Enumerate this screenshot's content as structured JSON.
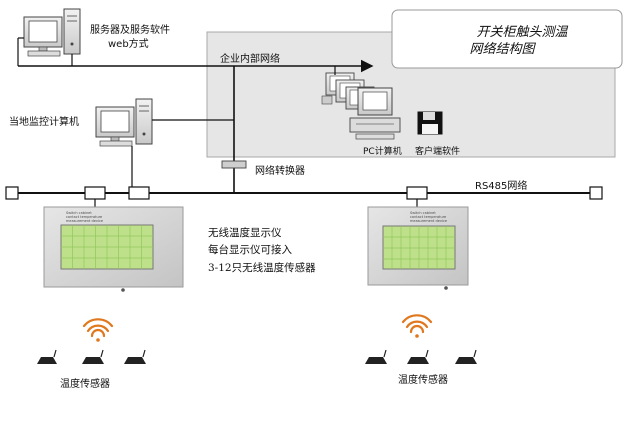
{
  "title": {
    "line1": "开关柜触头测温",
    "line2": "网络结构图"
  },
  "labels": {
    "server": "服务器及服务软件",
    "web": "web方式",
    "intranet": "企业内部网络",
    "local_pc": "当地监控计算机",
    "converter": "网络转换器",
    "rs485": "RS485网络",
    "pc": "PC计算机",
    "client": "客户端软件",
    "sensor_left": "温度传感器",
    "sensor_right": "温度传感器"
  },
  "description": {
    "line1": "无线温度显示仪",
    "line2": "每台显示仪可接入",
    "line3": "3-12只无线温度传感器"
  },
  "device_label": {
    "line1": "Switch cabinet",
    "line2": "contact temperature",
    "line3": "measurement device"
  },
  "colors": {
    "screen_green": "#bfe08a",
    "screen_grid": "#8fc85a",
    "device_gray": "#d8d8d8",
    "wifi_orange": "#e0781e",
    "network_box": "#e6e6e6",
    "line": "#111111"
  }
}
